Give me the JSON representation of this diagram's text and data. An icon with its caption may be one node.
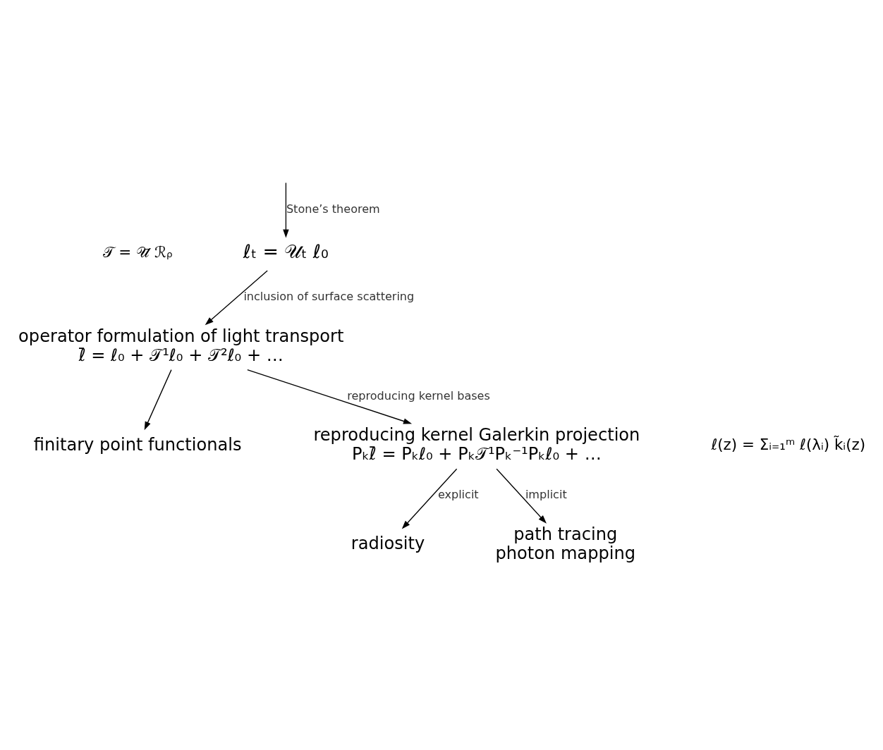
{
  "diagram": {
    "nodes": [
      {
        "text": [
          "ℓₜ = 𝒰ₜ ℓ₀"
        ]
      },
      {
        "text": [
          "operator formulation of light transport",
          "ℓ̄ = ℓ₀ + 𝒯¹ℓ₀ + 𝒯²ℓ₀ + …"
        ]
      },
      {
        "text": [
          "finitary point functionals"
        ]
      },
      {
        "text": [
          "reproducing kernel Galerkin projection",
          "Pₖℓ̄ = Pₖℓ₀ + Pₖ𝒯¹Pₖ⁻¹Pₖℓ₀ + …"
        ]
      },
      {
        "text": [
          "radiosity"
        ]
      },
      {
        "text": [
          "path tracing",
          "photon mapping"
        ]
      }
    ],
    "edges": [
      {
        "from": null,
        "to": 0,
        "arrow": "to",
        "label": "Stone’s theorem"
      },
      {
        "from": 0,
        "to": 1,
        "arrow": "to",
        "label": "inclusion of surface scattering"
      },
      {
        "from": 1,
        "to": 2,
        "arrow": "to"
      },
      {
        "from": 1,
        "to": 3,
        "arrow": "to",
        "label": "reproducing kernel bases"
      },
      {
        "from": 3,
        "to": 4,
        "arrow": "to",
        "label": "explicit"
      },
      {
        "from": 3,
        "to": 5,
        "arrow": "to",
        "label": "implicit"
      }
    ],
    "labels": [
      "𝒯 = 𝒰̄ ℛᵨ",
      "ℓ(z) = Σᵢ₌₁ᵐ ℓ(λᵢ) k̃ᵢ(z)"
    ]
  }
}
